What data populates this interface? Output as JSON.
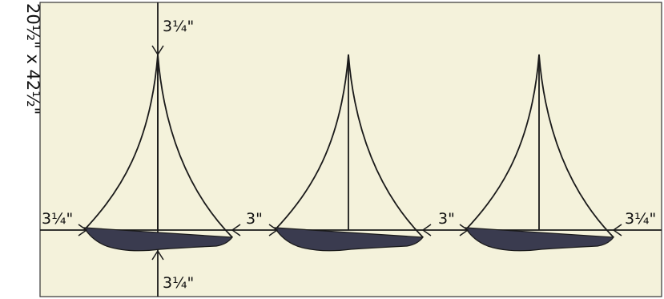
{
  "size_label": "20½\" x 42½\"",
  "measurements": {
    "top": "3¼\"",
    "bottom": "3¼\"",
    "left": "3¼\"",
    "between_1_2": "3\"",
    "between_2_3": "3\"",
    "right": "3¼\""
  },
  "colors": {
    "background": "#f4f2db",
    "panel_border": "#333333",
    "hull": "#3a3b4f",
    "lines": "#1a1a1a"
  },
  "boats": [
    {
      "id": "boat-1"
    },
    {
      "id": "boat-2"
    },
    {
      "id": "boat-3"
    }
  ]
}
